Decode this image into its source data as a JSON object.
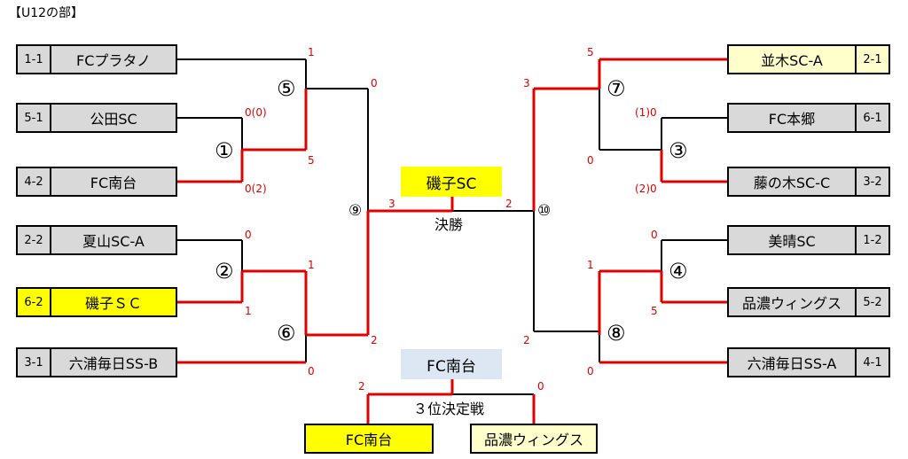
{
  "title": "【U12の部】",
  "left_teams": [
    {
      "seed": "1-1",
      "name": "FCプラタノ"
    },
    {
      "seed": "5-1",
      "name": "公田SC"
    },
    {
      "seed": "4-2",
      "name": "FC南台"
    },
    {
      "seed": "2-2",
      "name": "夏山SC-A"
    },
    {
      "seed": "6-2",
      "name": "磯子ＳＣ"
    },
    {
      "seed": "3-1",
      "name": "六浦毎日SS-B"
    }
  ],
  "right_teams": [
    {
      "seed": "2-1",
      "name": "並木SC-A"
    },
    {
      "seed": "6-1",
      "name": "FC本郷"
    },
    {
      "seed": "3-2",
      "name": "藤の木SC-C"
    },
    {
      "seed": "1-2",
      "name": "美晴SC"
    },
    {
      "seed": "5-2",
      "name": "品濃ウィングス"
    },
    {
      "seed": "4-1",
      "name": "六浦毎日SS-A"
    }
  ],
  "match_numbers": [
    "①",
    "②",
    "③",
    "④",
    "⑤",
    "⑥",
    "⑦",
    "⑧",
    "⑨",
    "⑩"
  ],
  "scores": {
    "m1_top": "0(0)",
    "m1_bottom": "0(2)",
    "m2_top": "0",
    "m2_bottom": "1",
    "m3_top": "(1)0",
    "m3_bottom": "(2)0",
    "m4_top": "0",
    "m4_bottom": "5",
    "m5_top": "1",
    "m5_bottom": "5",
    "m6_top": "1",
    "m6_bottom": "0",
    "m7_top": "5",
    "m7_bottom": "0",
    "m8_top": "1",
    "m8_bottom": "0",
    "m9_top": "0",
    "m9_bottom": "2",
    "m10_top": "3",
    "m10_bottom": "2",
    "final_left": "3",
    "final_right": "2",
    "third_left": "2",
    "third_right": "0"
  },
  "final": {
    "label": "決勝",
    "winner": "磯子SC"
  },
  "third_place": {
    "label": "３位決定戦",
    "winner": "FC南台",
    "left_team": "FC南台",
    "right_team": "品濃ウィングス"
  },
  "colors": {
    "win_line": "#e00000",
    "line": "#000000",
    "champion_box": "#ffff00",
    "third_box": "#dde7f3",
    "cream_box": "#ffffcc",
    "gray_box": "#d9d9d9"
  }
}
